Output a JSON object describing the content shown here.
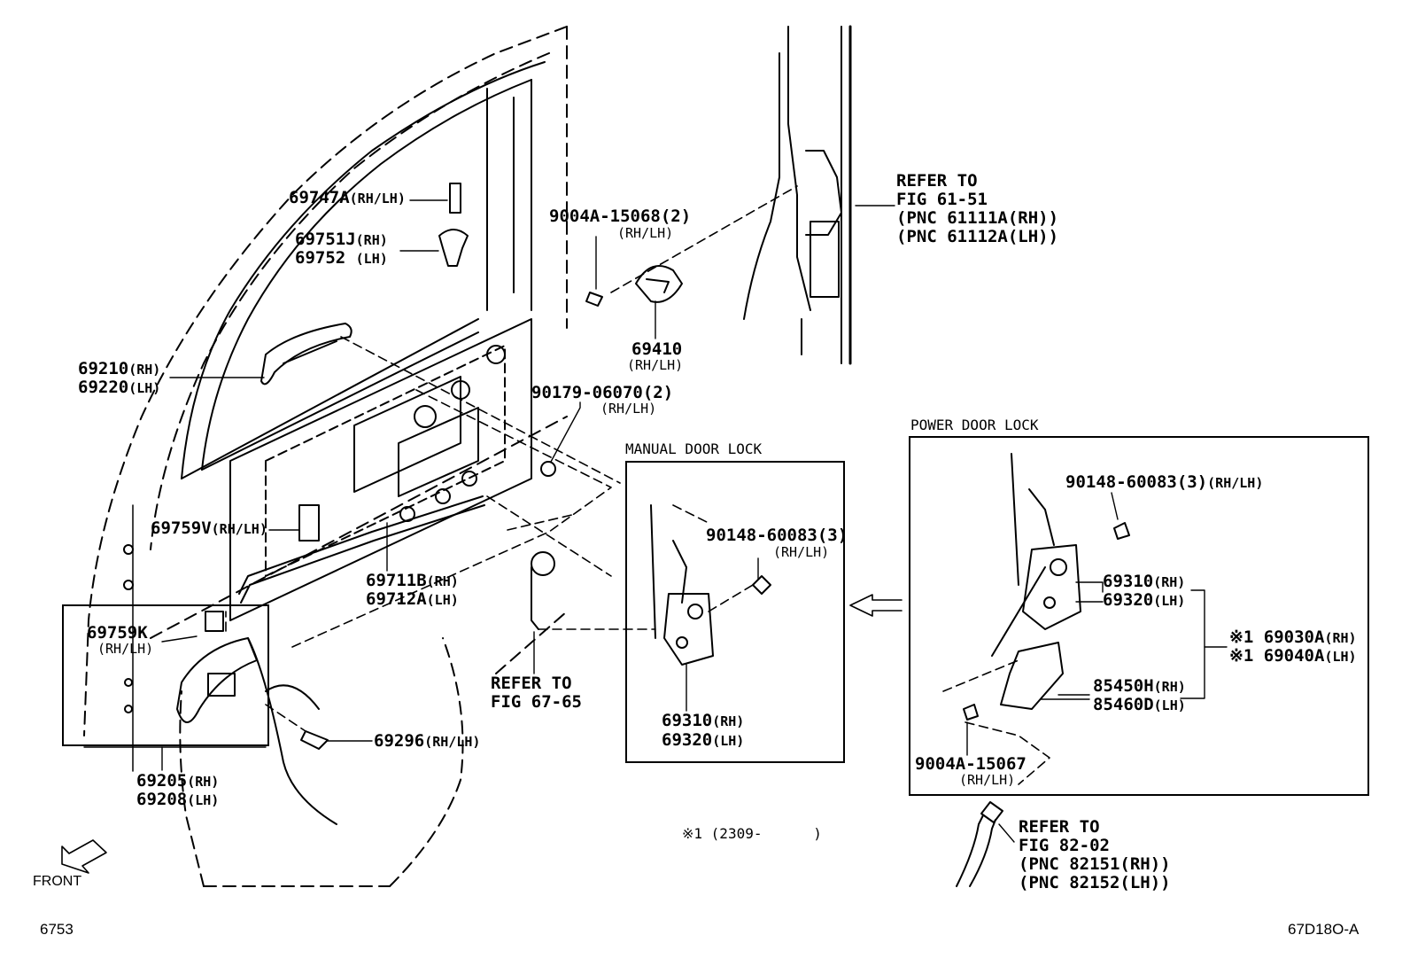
{
  "sections": {
    "manual": "MANUAL DOOR LOCK",
    "power": "POWER DOOR LOCK"
  },
  "parts": {
    "p69747A": "69747A",
    "p69751J": "69751J",
    "p69752": "69752",
    "p69210": "69210",
    "p69220": "69220",
    "p69759V": "69759V",
    "p69711B": "69711B",
    "p69712A": "69712A",
    "p69759K": "69759K",
    "p69296": "69296",
    "p69205": "69205",
    "p69208": "69208",
    "p9004A15068": "9004A-15068(2)",
    "p69410": "69410",
    "p90179": "90179-06070(2)",
    "p90148m": "90148-60083(3)",
    "p69310m": "69310",
    "p69320m": "69320",
    "p90148p": "90148-60083(3)",
    "p69310p": "69310",
    "p69320p": "69320",
    "p85450H": "85450H",
    "p85460D": "85460D",
    "p9004A15067": "9004A-15067",
    "p69030A": "※1 69030A",
    "p69040A": "※1 69040A"
  },
  "qualifiers": {
    "rh": "(RH)",
    "lh": "(LH)",
    "rhlh": "(RH/LH)",
    "rhlh_plain": "RH/LH"
  },
  "refs": {
    "fig6151": [
      "REFER TO",
      "FIG 61-51",
      "(PNC 61111A(RH))",
      "(PNC 61112A(LH))"
    ],
    "fig6765": [
      "REFER TO",
      "FIG 67-65"
    ],
    "fig8202": [
      "REFER TO",
      "FIG 82-02",
      "(PNC 82151(RH))",
      "(PNC 82152(LH))"
    ]
  },
  "footnote": "※1 (2309-      )",
  "front_label": "FRONT",
  "page_code": "6753",
  "figure_code": "67D18O-A"
}
